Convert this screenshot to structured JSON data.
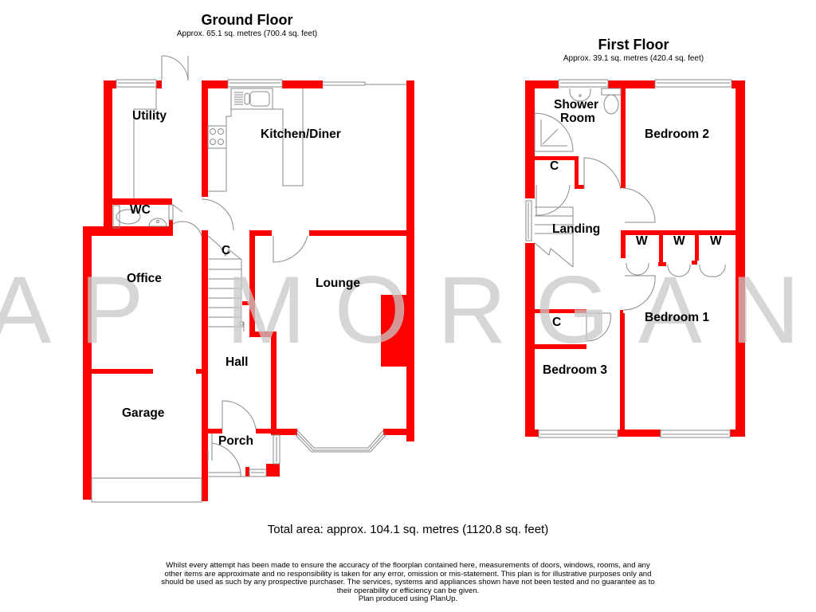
{
  "ground_floor": {
    "title": "Ground Floor",
    "area": "Approx. 65.1 sq. metres (700.4 sq. feet)",
    "rooms": {
      "utility": "Utility",
      "kitchen_diner": "Kitchen/Diner",
      "wc": "WC",
      "office": "Office",
      "cupboard": "C",
      "lounge": "Lounge",
      "hall": "Hall",
      "garage": "Garage",
      "porch": "Porch"
    }
  },
  "first_floor": {
    "title": "First Floor",
    "area": "Approx. 39.1 sq. metres (420.4 sq. feet)",
    "rooms": {
      "shower_room": "Shower\nRoom",
      "shower_room_line1": "Shower",
      "shower_room_line2": "Room",
      "bedroom_2": "Bedroom 2",
      "cupboard_top": "C",
      "landing": "Landing",
      "wardrobe_1": "W",
      "wardrobe_2": "W",
      "wardrobe_3": "W",
      "cupboard_bottom": "C",
      "bedroom_1": "Bedroom 1",
      "bedroom_3": "Bedroom 3"
    }
  },
  "watermark": "AP MORGAN",
  "total_area": "Total area: approx. 104.1 sq. metres (1120.8 sq. feet)",
  "disclaimer": {
    "line1": "Whilst every attempt has been made to ensure the accuracy of the floorplan contained here, measurements of doors, windows, rooms, and any",
    "line2": "other items are approximate and no responsibility is taken for any error, omission or mis-statement. This plan is for illustrative purposes only and",
    "line3": "should be used as such by any prospective purchaser. The services, systems and appliances shown have not been tested and no guarantee as to",
    "line4": "their operability or efficiency can be given.",
    "line5": "Plan produced using PlanUp."
  },
  "colors": {
    "wall": "#ff0000",
    "fixture_line": "#808080",
    "watermark": "#c8c8c8",
    "background": "#ffffff"
  }
}
